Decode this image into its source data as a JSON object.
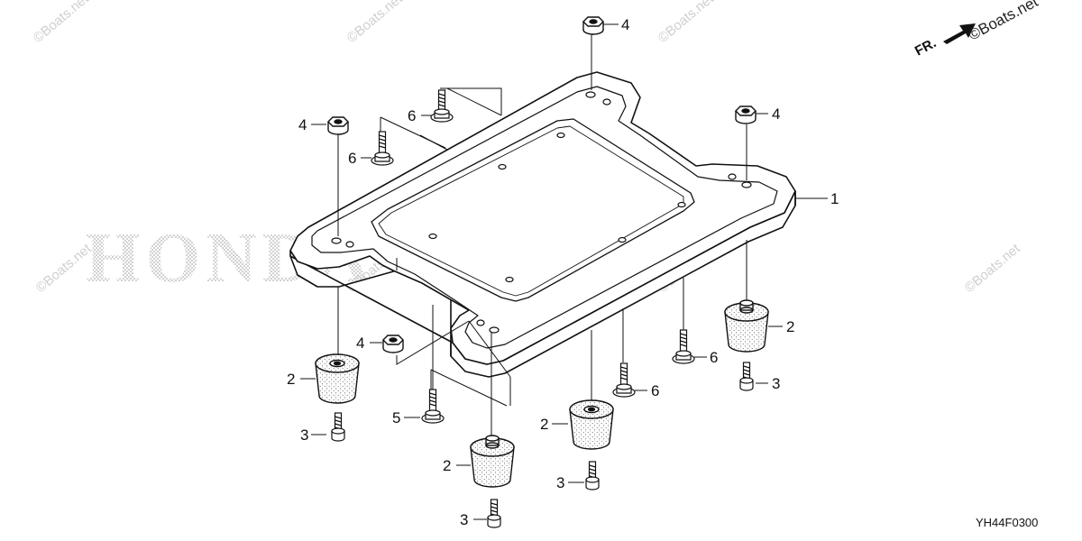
{
  "diagram": {
    "diagram_code": "YH44F0300",
    "brand_watermark": "HONDA",
    "site_watermark": "©Boats.net",
    "front_indicator": "FR.",
    "callouts": {
      "c1": "1",
      "c2a": "2",
      "c2b": "2",
      "c2c": "2",
      "c2d": "2",
      "c3a": "3",
      "c3b": "3",
      "c3c": "3",
      "c3d": "3",
      "c4a": "4",
      "c4b": "4",
      "c4c": "4",
      "c4d": "4",
      "c5": "5",
      "c6a": "6",
      "c6b": "6",
      "c6c": "6",
      "c6d": "6"
    }
  }
}
